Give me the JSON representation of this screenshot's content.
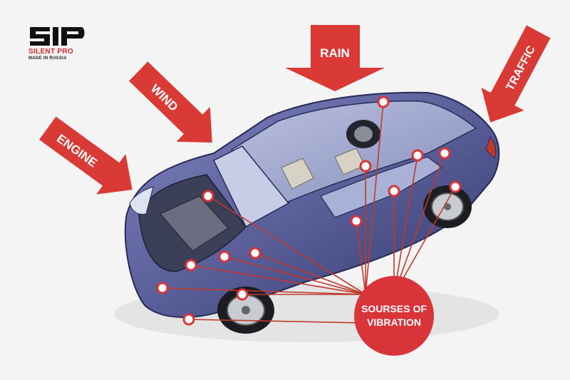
{
  "brand": {
    "logo_text": "SIP",
    "subtitle": "SILENT PRO",
    "tagline": "MADE IN RUSSIA"
  },
  "labels": {
    "engine": "ENGINE",
    "wind": "WIND",
    "rain": "RAIN",
    "traffic": "TRAFFIC",
    "center_line1": "SOURSES OF",
    "center_line2": "VIBRATION"
  },
  "colors": {
    "arrow_red": "#d93a35",
    "circle_red": "#d8343a",
    "car_body": "#5a5f9a",
    "car_body_dark": "#3a3e72",
    "line_red": "#c0392b",
    "point_fill": "#ffffff"
  }
}
